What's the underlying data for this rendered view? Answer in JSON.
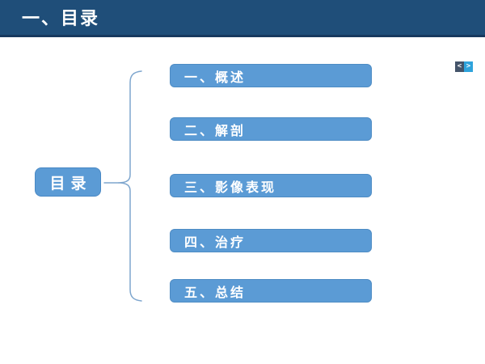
{
  "slide": {
    "header": {
      "title": "一、目录"
    },
    "nav": {
      "prev_label": "<",
      "next_label": ">"
    },
    "diagram": {
      "root_label": "目录",
      "items": [
        {
          "label": "一、概述"
        },
        {
          "label": "二、解剖"
        },
        {
          "label": "三、影像表现"
        },
        {
          "label": "四、治疗"
        },
        {
          "label": "五、总结"
        }
      ]
    },
    "colors": {
      "header_bg": "#1F4E79",
      "header_border": "#17395E",
      "bar_fill": "#5B9BD5",
      "bar_border": "#4E8CC4",
      "brace_stroke": "#7EA6CE",
      "nav_prev_bg": "#44546A",
      "nav_next_bg": "#2EA3DC",
      "text": "#FFFFFF",
      "slide_bg": "#FFFFFF"
    }
  }
}
